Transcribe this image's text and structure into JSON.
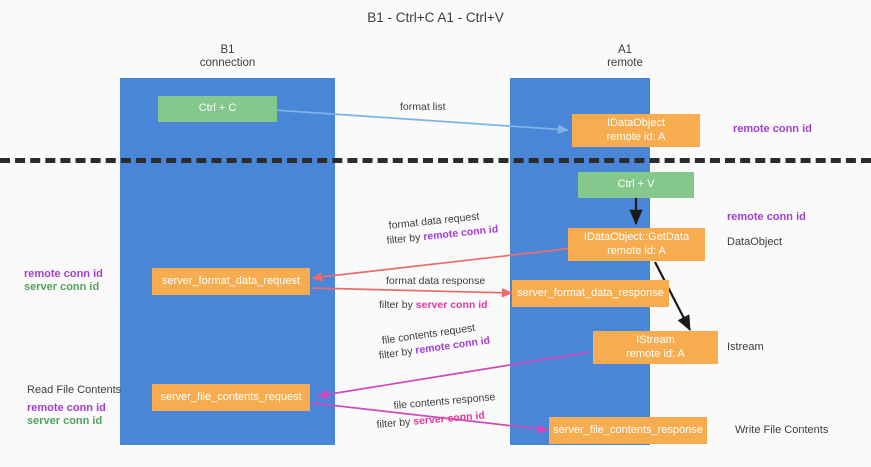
{
  "title": "B1 - Ctrl+C\nA1 - Ctrl+V",
  "lanes": [
    {
      "id": "b1",
      "label": "B1\nconnection"
    },
    {
      "id": "a1",
      "label": "A1\nremote"
    }
  ],
  "colors": {
    "lane": "#4a86d8",
    "green_node": "#84c98b",
    "orange_node": "#f7ac4f",
    "purple": "#a23fd0",
    "green_text": "#4fa35c",
    "magenta": "#e23aa0",
    "blue_arrow": "#7fb3e8",
    "red_arrow": "#ef6b6b",
    "black_arrow": "#1a1a1a",
    "divider": "#2b2b2b"
  },
  "nodes": {
    "ctrl_c": "Ctrl + C",
    "ctrl_v": "Ctrl + V",
    "idataobject_top_line1": "IDataObject",
    "idataobject_top_line2": "remote id: A",
    "getdata_line1": "IDataObject::GetData",
    "getdata_line2": "remote id: A",
    "istream_line1": "IStream",
    "istream_line2": "remote id: A",
    "server_format_data_request": "server_format_data_request",
    "server_format_data_response": "server_format_data_response",
    "server_file_contents_request": "server_file_contents_request",
    "server_file_contents_response": "server_file_contents_response"
  },
  "edge_labels": {
    "format_list": "format list",
    "format_data_request": "format data request",
    "format_data_request_filter_prefix": "filter by ",
    "format_data_request_filter_key": "remote conn id",
    "format_data_response": "format data response",
    "format_data_response_filter_prefix": "filter by ",
    "format_data_response_filter_key": "server conn id",
    "file_contents_request": "file contents request",
    "file_contents_request_filter_prefix": "filter by ",
    "file_contents_request_filter_key": "remote conn id",
    "file_contents_response": "file contents response",
    "file_contents_response_filter_prefix": "filter by ",
    "file_contents_response_filter_key": "server conn id"
  },
  "right_labels": {
    "remote_conn_id_top": "remote conn id",
    "remote_conn_id_mid": "remote conn id",
    "dataobject": "DataObject",
    "istream": "Istream",
    "write_file_contents": "Write File Contents"
  },
  "left_labels": {
    "remote_conn_id_mid": "remote conn id",
    "server_conn_id_mid": "server conn id",
    "read_file_contents": "Read File Contents",
    "remote_conn_id_bottom": "remote conn id",
    "server_conn_id_bottom": "server conn id"
  }
}
